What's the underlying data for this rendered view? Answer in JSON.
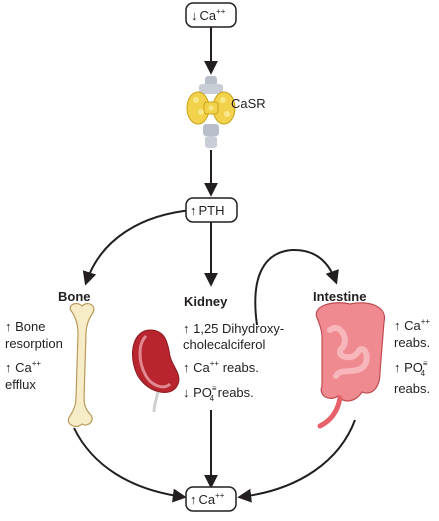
{
  "boxes": {
    "top": {
      "arrow": "↓",
      "text": "Ca",
      "sup": "++"
    },
    "pth": {
      "arrow": "↑",
      "text": "PTH"
    },
    "bottom": {
      "arrow": "↑",
      "text": "Ca",
      "sup": "++"
    }
  },
  "casr_label": "CaSR",
  "bone": {
    "title": "Bone",
    "line1": "↑ Bone",
    "line2": "resorption",
    "line3_main": "↑ Ca",
    "line3_sup": "++",
    "line4": "efflux"
  },
  "kidney": {
    "title": "Kidney",
    "line1": "↑ 1,25 Dihydroxy-",
    "line2": "cholecalciferol",
    "line3_main": "↑ Ca",
    "line3_sup": "++",
    "line3_rest": " reabs.",
    "line4_main": "↓ PO",
    "line4_sup": "≡",
    "line4_sub": "4",
    "line4_rest": " reabs."
  },
  "intestine": {
    "title": "Intestine",
    "line1_main": "↑ Ca",
    "line1_sup": "++",
    "line2": "reabs.",
    "line3_main": "↑ PO",
    "line3_sup": "≡",
    "line3_sub": "4",
    "line4": "reabs."
  },
  "colors": {
    "arrow": "#231f20",
    "thyroid_yellow": "#f2d24a",
    "thyroid_gray": "#b9bfca",
    "bone_fill": "#f7ecc8",
    "kidney_red": "#b8252e",
    "intestine_red": "#e8606a"
  },
  "icons": [
    "thyroid-icon",
    "bone-icon",
    "kidney-icon",
    "intestine-icon"
  ]
}
